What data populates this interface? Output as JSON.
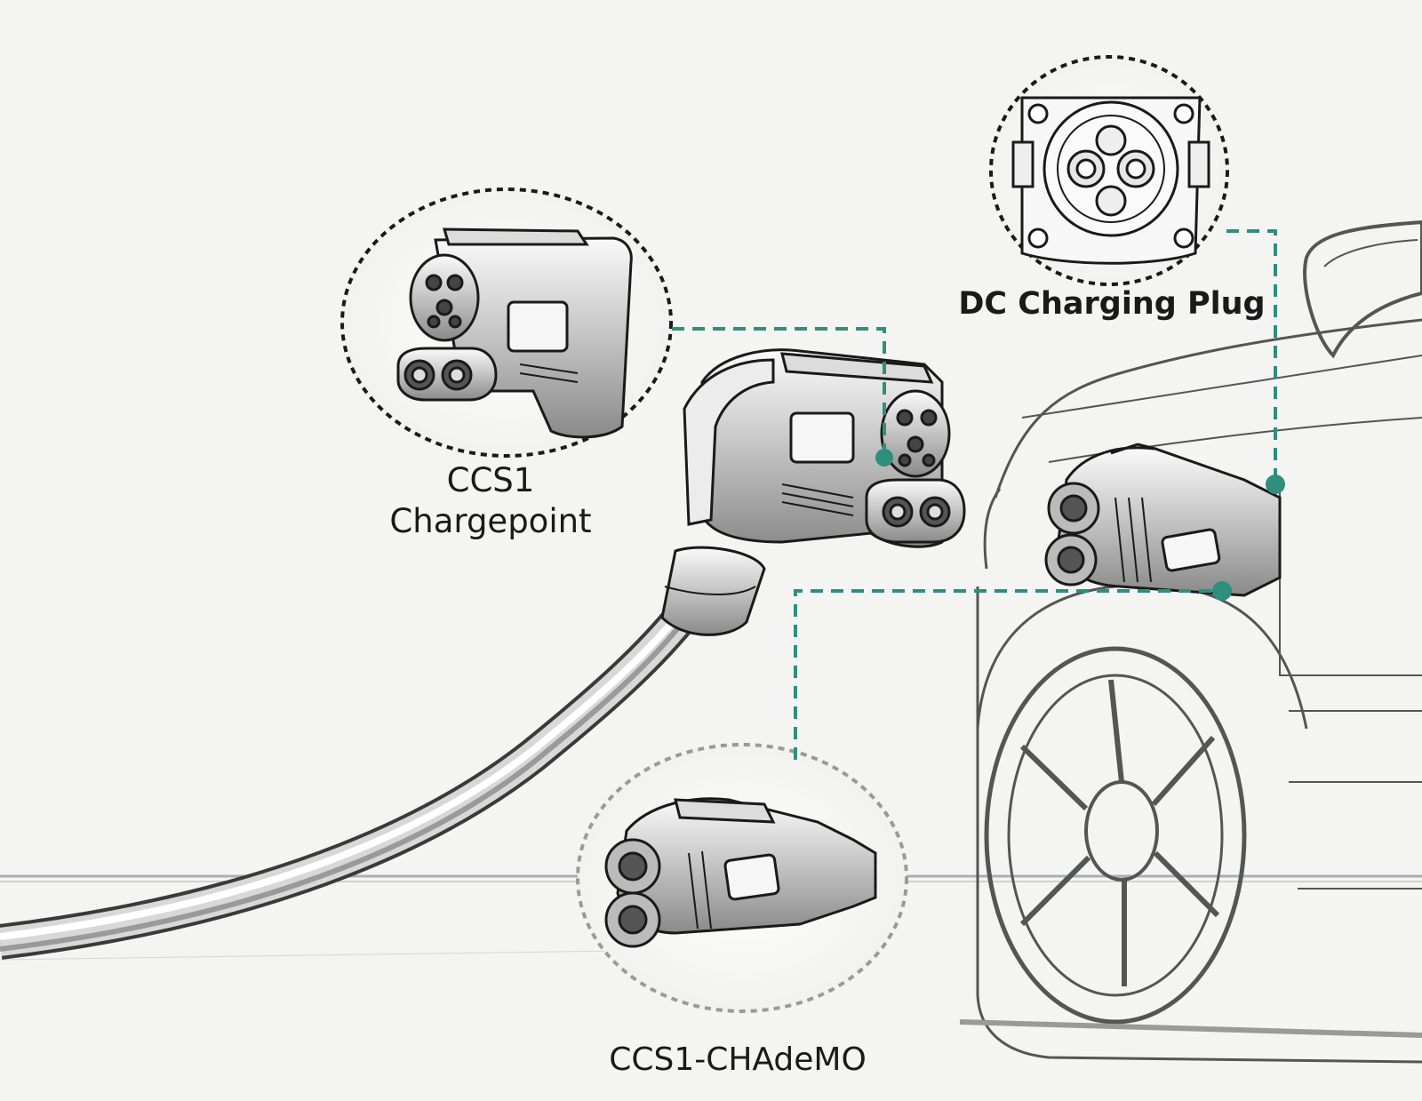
{
  "diagram": {
    "callouts": {
      "ccs1_line1": "CCS1",
      "ccs1_line2": "Chargepoint",
      "dc_plug": "DC Charging Plug",
      "chademo": "CCS1-CHAdeMO"
    },
    "icons": [
      "ccs1-connector-icon",
      "dc-inlet-icon",
      "ccs1-chademo-adapter-icon",
      "charging-cable-icon",
      "car-icon"
    ],
    "colors": {
      "leader": "#2e8f7e",
      "ink": "#1a1a1a",
      "metal": "#d9d9d9",
      "background": "#f4f4f2",
      "ground": "#a9b0b3"
    }
  }
}
